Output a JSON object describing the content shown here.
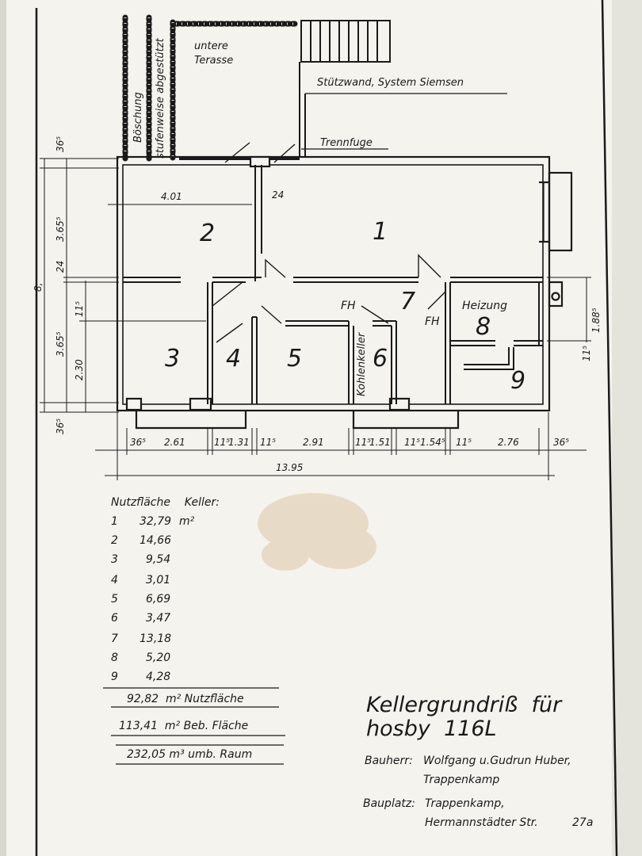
{
  "plan": {
    "site_labels": {
      "terrace": [
        "untere",
        "Terasse"
      ],
      "slope": [
        "Böschung",
        "stufenweise abgestützt"
      ],
      "retaining_wall": "Stützwand, System Siemsen",
      "joint": "Trennfuge"
    },
    "rooms": [
      {
        "no": "1"
      },
      {
        "no": "2"
      },
      {
        "no": "3"
      },
      {
        "no": "4"
      },
      {
        "no": "5"
      },
      {
        "no": "6",
        "label": "Kohlenkeller"
      },
      {
        "no": "7"
      },
      {
        "no": "8",
        "label": "Heizung"
      },
      {
        "no": "9"
      }
    ],
    "marks": {
      "fh1": "FH",
      "fh2": "FH"
    },
    "dims": {
      "room2_width": "4.01",
      "wall_24": "24",
      "left_365_top": "36⁵",
      "left_365_room2": "3.65⁵",
      "left_24": "24",
      "left_8": "8,",
      "left_115": "11⁵",
      "left_365_lower": "3.65⁵",
      "left_230": "2.30",
      "left_365_bottom": "36⁵",
      "right_188": "1.88⁵",
      "right_115": "11⁵",
      "bottom_row": [
        "36⁵",
        "2.61",
        "11⁵",
        "1.31",
        "11⁵",
        "2.91",
        "11⁵",
        "1.51",
        "11⁵",
        "1.54⁵",
        "11⁵",
        "2.76",
        "36⁵"
      ],
      "total": "13.95"
    }
  },
  "areas": {
    "header": "Nutzfläche    Keller:",
    "rows": [
      {
        "no": "1",
        "value": "32,79",
        "unit": "m²"
      },
      {
        "no": "2",
        "value": "14,66"
      },
      {
        "no": "3",
        "value": "9,54"
      },
      {
        "no": "4",
        "value": "3,01"
      },
      {
        "no": "5",
        "value": "6,69"
      },
      {
        "no": "6",
        "value": "3,47"
      },
      {
        "no": "7",
        "value": "13,18"
      },
      {
        "no": "8",
        "value": "5,20"
      },
      {
        "no": "9",
        "value": "4,28"
      }
    ],
    "totals": [
      "92,82  m² Nutzfläche",
      "113,41  m² Beb. Fläche",
      "232,05 m³ umb. Raum"
    ]
  },
  "title_block": {
    "title_line1": "Kellergrundriß  für",
    "title_line2": "hosby  116L",
    "owner_label": "Bauherr:",
    "owner_line1": "Wolfgang u.Gudrun Huber,",
    "owner_line2": "Trappenkamp",
    "site_label": "Bauplatz:",
    "site_line1": "Trappenkamp,",
    "site_line2": "Hermannstädter Str.",
    "site_no": "27a"
  },
  "colors": {
    "paper": "#f4f3ee",
    "ink": "#1a1a1a",
    "stain": "#c8a068"
  }
}
